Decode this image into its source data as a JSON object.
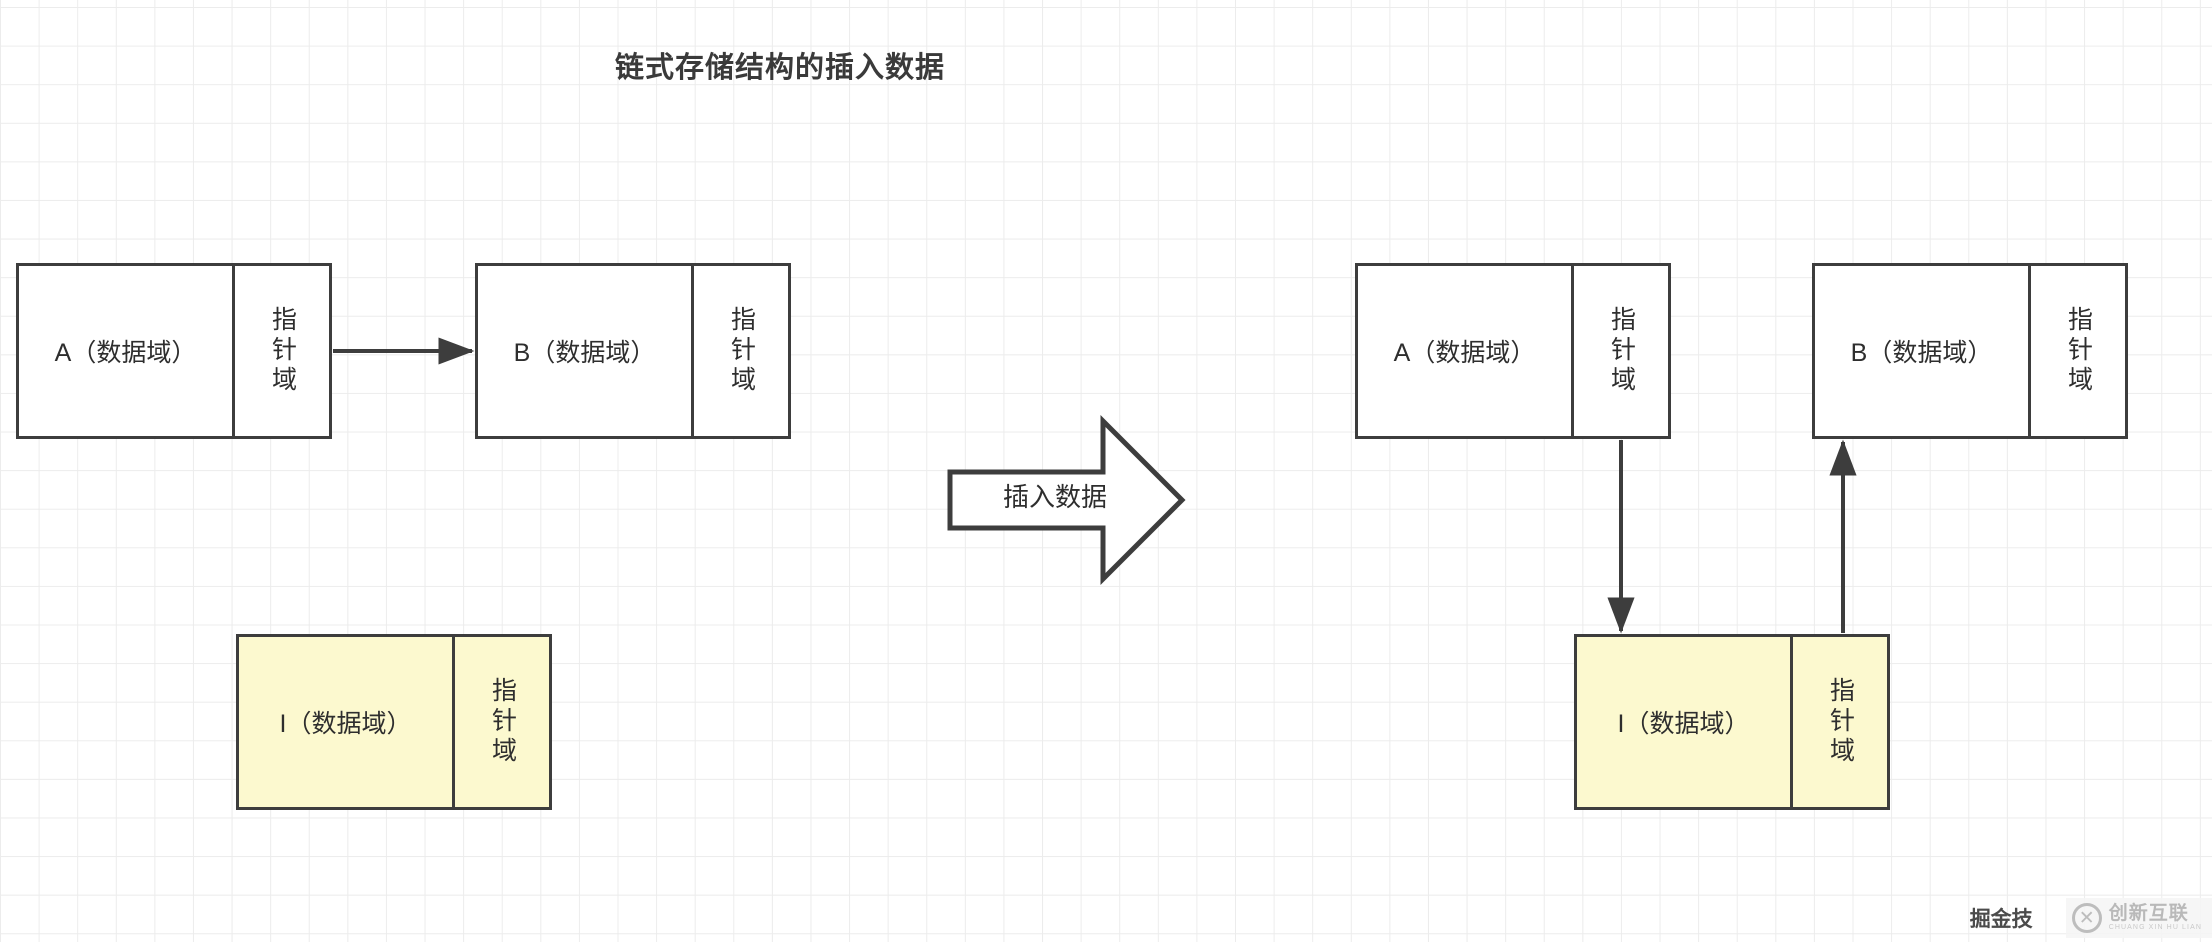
{
  "diagram": {
    "title": "链式存储结构的插入数据",
    "transform_label": "插入数据",
    "pointer_label": "指针域",
    "nodes": {
      "before_a": {
        "data_label": "A（数据域）",
        "pointer_label": "指针域",
        "fill": "#ffffff"
      },
      "before_b": {
        "data_label": "B（数据域）",
        "pointer_label": "指针域",
        "fill": "#ffffff"
      },
      "before_i": {
        "data_label": "I（数据域）",
        "pointer_label": "指针域",
        "fill": "#fcf9cf"
      },
      "after_a": {
        "data_label": "A（数据域）",
        "pointer_label": "指针域",
        "fill": "#ffffff"
      },
      "after_b": {
        "data_label": "B（数据域）",
        "pointer_label": "指针域",
        "fill": "#ffffff"
      },
      "after_i": {
        "data_label": "I（数据域）",
        "pointer_label": "指针域",
        "fill": "#fcf9cf"
      }
    },
    "colors": {
      "stroke": "#3d3d3d",
      "text": "#2e2e2e",
      "grid": "#ececec",
      "background": "#ffffff",
      "highlight_fill": "#fcf9cf"
    }
  },
  "watermark": {
    "brand_clipped": "掘金技",
    "logo_glyph": "✕",
    "name_cn": "创新互联",
    "name_en": "CHUANG XIN HU LIAN"
  }
}
